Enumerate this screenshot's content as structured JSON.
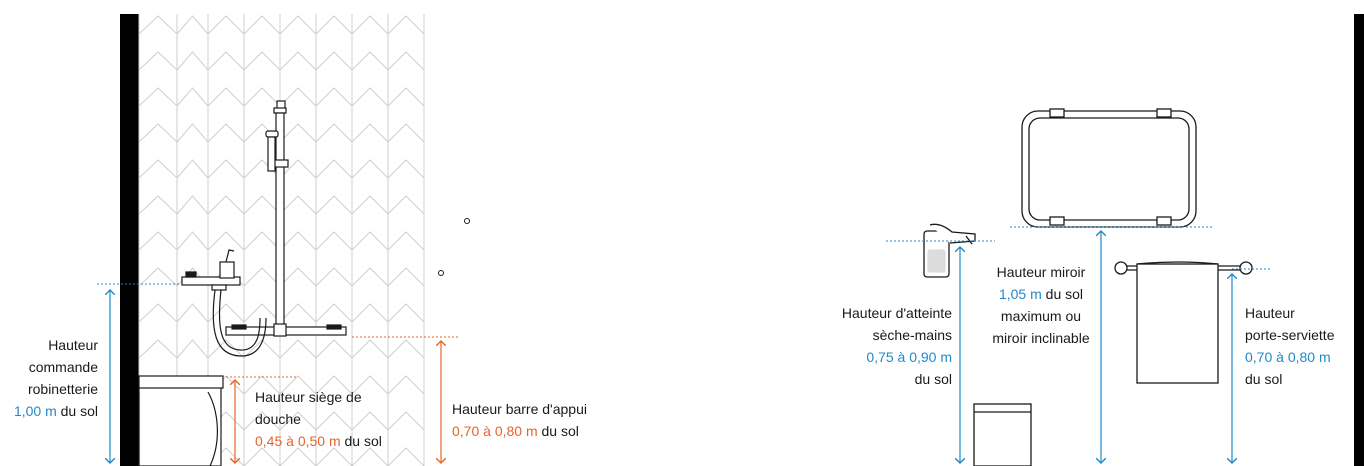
{
  "colors": {
    "blue": "#1f8ac9",
    "orange": "#e8642a",
    "line": "#1a1a1a",
    "tile": "#cfcfcf"
  },
  "icons": [
    "wall-black-band",
    "herringbone-tile-wall",
    "shower-grab-bar-icon",
    "shower-mixer-icon",
    "shower-head-icon",
    "toilet-icon",
    "hand-dryer-icon",
    "mirror-icon",
    "towel-rail-icon",
    "waste-bin-icon",
    "arrow-up-down-icon"
  ],
  "labels": {
    "robinetterie": {
      "title1": "Hauteur",
      "title2": "commande",
      "title3": "robinetterie",
      "value": "1,00 m",
      "suffix": " du sol"
    },
    "siege": {
      "title1": "Hauteur siège de",
      "title2": "douche",
      "value": "0,45 à 0,50 m",
      "suffix": " du sol"
    },
    "barre": {
      "title1": "Hauteur barre d'appui",
      "value": "0,70 à 0,80 m",
      "suffix": " du sol"
    },
    "seche_mains": {
      "title1": "Hauteur d'atteinte",
      "title2": "sèche-mains",
      "value": "0,75  à 0,90 m",
      "suffix": "du sol"
    },
    "miroir": {
      "title1": "Hauteur miroir",
      "value": "1,05 m",
      "suffix": " du sol",
      "title3": "maximum ou",
      "title4": "miroir inclinable"
    },
    "porte_serviette": {
      "title1": "Hauteur",
      "title2": "porte-serviette",
      "value": "0,70 à 0,80 m",
      "suffix": "du sol"
    }
  }
}
